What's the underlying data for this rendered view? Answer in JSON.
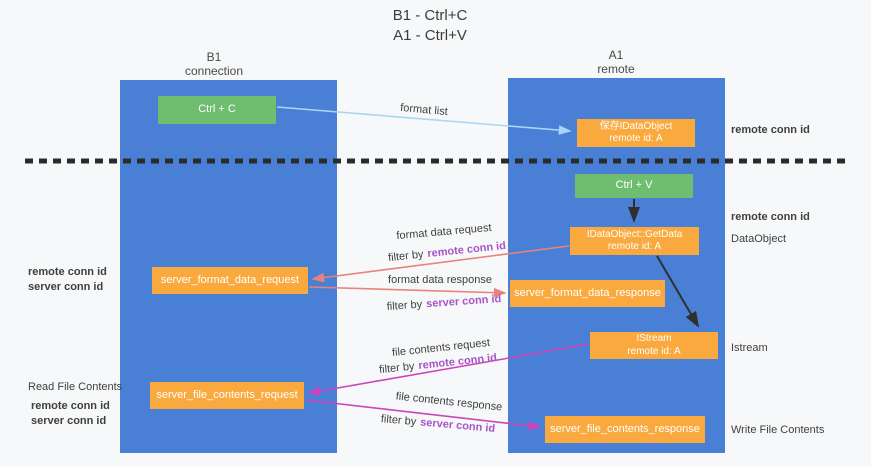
{
  "title": {
    "line1": "B1 - Ctrl+C",
    "line2": "A1 - Ctrl+V"
  },
  "columns": {
    "left": {
      "name": "B1",
      "subtitle": "connection"
    },
    "right": {
      "name": "A1",
      "subtitle": "remote"
    }
  },
  "nodes": {
    "ctrl_c": {
      "label": "Ctrl + C"
    },
    "ctrl_v": {
      "label": "Ctrl + V"
    },
    "save_idataobject": {
      "line1": "保存IDataObject",
      "line2": "remote id: A"
    },
    "idataobject_getdata": {
      "line1": "IDataObject::GetData",
      "line2": "remote id: A"
    },
    "istream": {
      "line1": "IStream",
      "line2": "remote id: A"
    },
    "server_format_data_request": {
      "label": "server_format_data_request"
    },
    "server_format_data_response": {
      "label": "server_format_data_response"
    },
    "server_file_contents_request": {
      "label": "server_file_contents_request"
    },
    "server_file_contents_response": {
      "label": "server_file_contents_response"
    }
  },
  "flows": {
    "format_list": {
      "label": "format list"
    },
    "format_data_request": {
      "label": "format data request",
      "filter_prefix": "filter by",
      "filter_key": "remote conn id"
    },
    "format_data_response": {
      "label": "format data response",
      "filter_prefix": "filter by",
      "filter_key": "server conn id"
    },
    "file_contents_request": {
      "label": "file contents request",
      "filter_prefix": "filter by",
      "filter_key": "remote conn id"
    },
    "file_contents_response": {
      "label": "file contents response",
      "filter_prefix": "filter by",
      "filter_key": "server conn id"
    }
  },
  "margin_labels": {
    "left_mid_remote": "remote conn id",
    "left_mid_server": "server conn id",
    "read_file_contents": "Read File Contents",
    "left_bottom_remote": "remote conn id",
    "left_bottom_server": "server conn id",
    "right_remote_1": "remote conn id",
    "right_remote_2": "remote conn id",
    "dataobject": "DataObject",
    "istream": "Istream",
    "write_file_contents": "Write File Contents"
  },
  "colors": {
    "column_blue": "#4a7fd6",
    "node_green": "#6fbe70",
    "node_orange": "#f9a93d",
    "label_purple": "#a854c8",
    "label_green": "#56b364",
    "arrow_red": "#e8827c",
    "arrow_magenta": "#cc44bc",
    "arrow_lightblue": "#a9d6f2",
    "arrow_black": "#2f2f2f"
  }
}
